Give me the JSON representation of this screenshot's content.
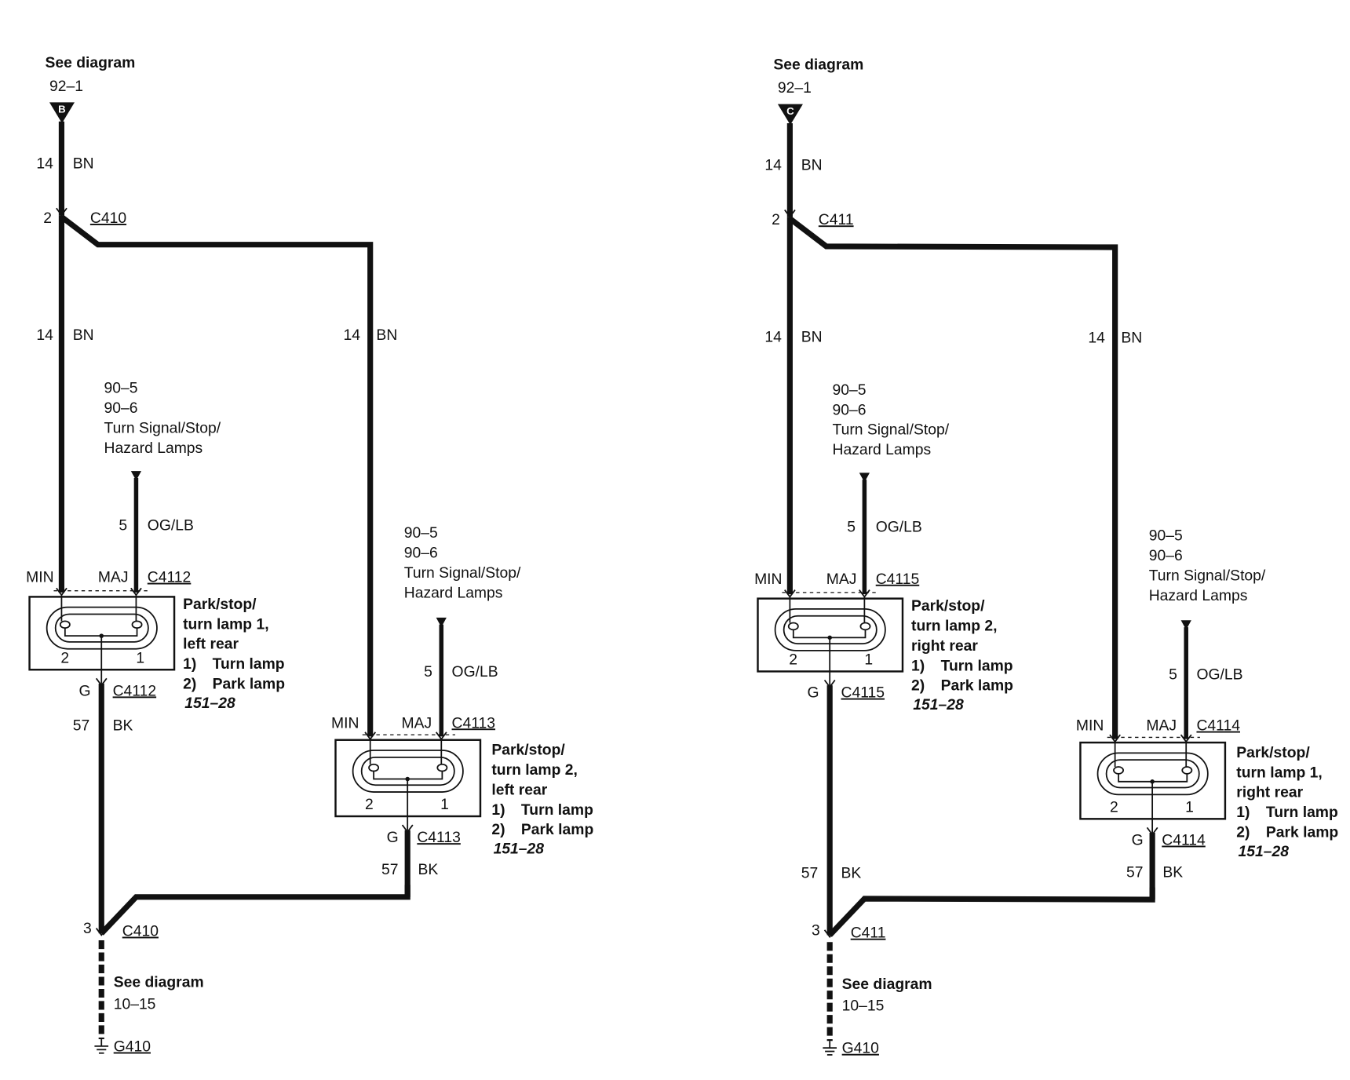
{
  "colors": {
    "ink": "#111111",
    "paper": "#ffffff"
  },
  "diagram": {
    "panels": [
      {
        "source": {
          "see": "See diagram",
          "ref": "92–1",
          "connector": "B"
        },
        "feed_wire": {
          "gauge": "14",
          "color": "BN"
        },
        "top_splice": {
          "pin": "2",
          "connector": "C410"
        },
        "trunk_wire": {
          "gauge": "14",
          "color": "BN"
        },
        "branch_wire": {
          "gauge": "14",
          "color": "BN"
        },
        "lamps": [
          {
            "ref": {
              "pages": [
                "90–5",
                "90–6"
              ],
              "text": [
                "Turn Signal/Stop/",
                "Hazard Lamps"
              ]
            },
            "signal_wire": {
              "gauge": "5",
              "color": "OG/LB"
            },
            "pin_min": "MIN",
            "pin_maj": "MAJ",
            "connector": "C4112",
            "pin_left": "2",
            "pin_right": "1",
            "title": [
              "Park/stop/",
              "turn lamp 1,",
              "left rear"
            ],
            "functions": [
              {
                "num": "1)",
                "label": "Turn lamp"
              },
              {
                "num": "2)",
                "label": "Park lamp"
              }
            ],
            "page": "151–28",
            "ground_pin": "G",
            "ground_connector": "C4112",
            "ground_wire": {
              "gauge": "57",
              "color": "BK"
            }
          },
          {
            "ref": {
              "pages": [
                "90–5",
                "90–6"
              ],
              "text": [
                "Turn Signal/Stop/",
                "Hazard Lamps"
              ]
            },
            "signal_wire": {
              "gauge": "5",
              "color": "OG/LB"
            },
            "pin_min": "MIN",
            "pin_maj": "MAJ",
            "connector": "C4113",
            "pin_left": "2",
            "pin_right": "1",
            "title": [
              "Park/stop/",
              "turn lamp 2,",
              "left rear"
            ],
            "functions": [
              {
                "num": "1)",
                "label": "Turn lamp"
              },
              {
                "num": "2)",
                "label": "Park lamp"
              }
            ],
            "page": "151–28",
            "ground_pin": "G",
            "ground_connector": "C4113",
            "ground_wire": {
              "gauge": "57",
              "color": "BK"
            }
          }
        ],
        "bottom_splice": {
          "pin": "3",
          "connector": "C410"
        },
        "ground": {
          "see": "See diagram",
          "ref": "10–15",
          "name": "G410"
        }
      },
      {
        "source": {
          "see": "See diagram",
          "ref": "92–1",
          "connector": "C"
        },
        "feed_wire": {
          "gauge": "14",
          "color": "BN"
        },
        "top_splice": {
          "pin": "2",
          "connector": "C411"
        },
        "trunk_wire": {
          "gauge": "14",
          "color": "BN"
        },
        "branch_wire": {
          "gauge": "14",
          "color": "BN"
        },
        "lamps": [
          {
            "ref": {
              "pages": [
                "90–5",
                "90–6"
              ],
              "text": [
                "Turn Signal/Stop/",
                "Hazard Lamps"
              ]
            },
            "signal_wire": {
              "gauge": "5",
              "color": "OG/LB"
            },
            "pin_min": "MIN",
            "pin_maj": "MAJ",
            "connector": "C4115",
            "pin_left": "2",
            "pin_right": "1",
            "title": [
              "Park/stop/",
              "turn lamp 2,",
              "right rear"
            ],
            "functions": [
              {
                "num": "1)",
                "label": "Turn lamp"
              },
              {
                "num": "2)",
                "label": "Park lamp"
              }
            ],
            "page": "151–28",
            "ground_pin": "G",
            "ground_connector": "C4115",
            "ground_wire": {
              "gauge": "57",
              "color": "BK"
            }
          },
          {
            "ref": {
              "pages": [
                "90–5",
                "90–6"
              ],
              "text": [
                "Turn Signal/Stop/",
                "Hazard Lamps"
              ]
            },
            "signal_wire": {
              "gauge": "5",
              "color": "OG/LB"
            },
            "pin_min": "MIN",
            "pin_maj": "MAJ",
            "connector": "C4114",
            "pin_left": "2",
            "pin_right": "1",
            "title": [
              "Park/stop/",
              "turn lamp 1,",
              "right rear"
            ],
            "functions": [
              {
                "num": "1)",
                "label": "Turn lamp"
              },
              {
                "num": "2)",
                "label": "Park lamp"
              }
            ],
            "page": "151–28",
            "ground_pin": "G",
            "ground_connector": "C4114",
            "ground_wire": {
              "gauge": "57",
              "color": "BK"
            }
          }
        ],
        "bottom_splice": {
          "pin": "3",
          "connector": "C411"
        },
        "ground": {
          "see": "See diagram",
          "ref": "10–15",
          "name": "G410"
        }
      }
    ]
  }
}
